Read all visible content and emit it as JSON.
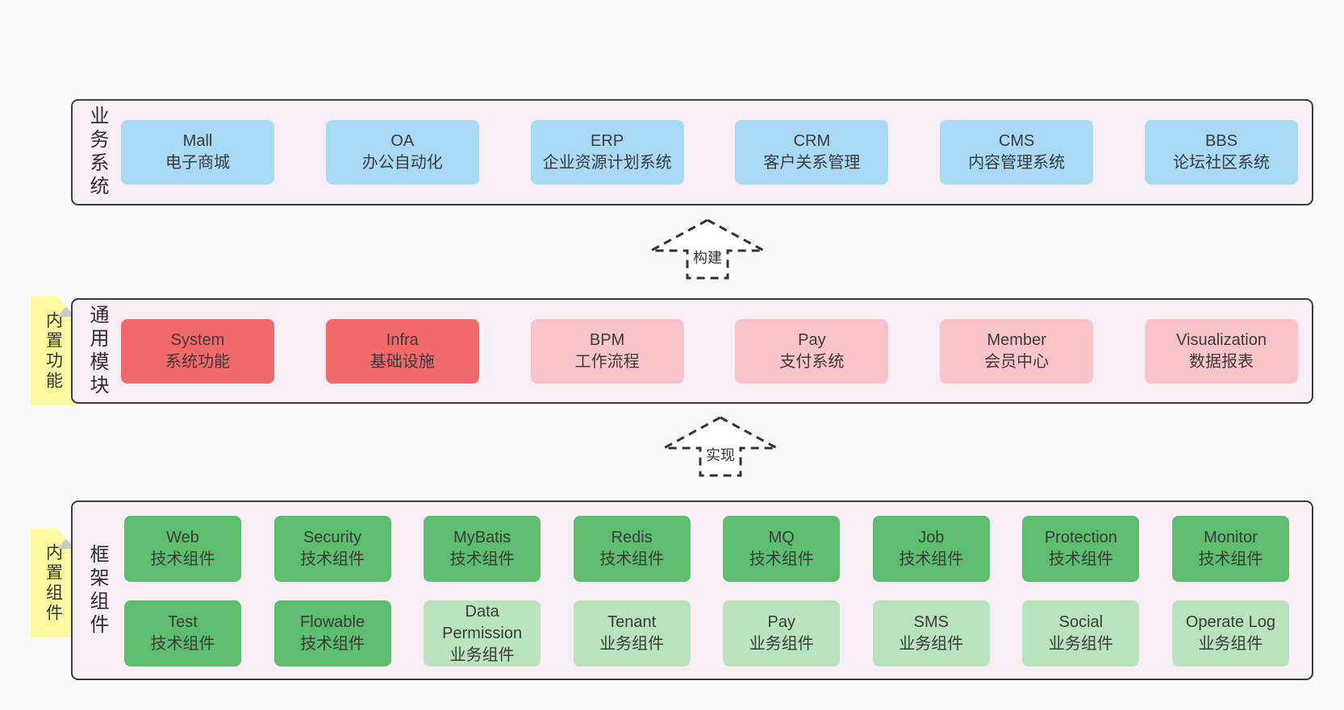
{
  "diagram": {
    "colors": {
      "page_bg": "#f8f8f8",
      "band_bg": "#f7edf5",
      "band_border": "#3c3c3c",
      "blue": "#a8daf5",
      "red": "#f2696a",
      "pink": "#f9c3cc",
      "green": "#5cbe6e",
      "lightgreen": "#b9e3bd",
      "sticky_bg": "#fbf9a0",
      "sticky_fold": "#c9c9c9",
      "text": "#3b3b3b"
    },
    "arrows": [
      {
        "label": "构建"
      },
      {
        "label": "实现"
      }
    ],
    "bands": [
      {
        "label": "业务系统",
        "sticky": null,
        "rows": [
          [
            {
              "title": "Mall",
              "subtitle": "电子商城",
              "variant": "blue"
            },
            {
              "title": "OA",
              "subtitle": "办公自动化",
              "variant": "blue"
            },
            {
              "title": "ERP",
              "subtitle": "企业资源计划系统",
              "variant": "blue"
            },
            {
              "title": "CRM",
              "subtitle": "客户关系管理",
              "variant": "blue"
            },
            {
              "title": "CMS",
              "subtitle": "内容管理系统",
              "variant": "blue"
            },
            {
              "title": "BBS",
              "subtitle": "论坛社区系统",
              "variant": "blue"
            }
          ]
        ]
      },
      {
        "label": "通用模块",
        "sticky": "内置功能",
        "rows": [
          [
            {
              "title": "System",
              "subtitle": "系统功能",
              "variant": "red"
            },
            {
              "title": "Infra",
              "subtitle": "基础设施",
              "variant": "red"
            },
            {
              "title": "BPM",
              "subtitle": "工作流程",
              "variant": "pink"
            },
            {
              "title": "Pay",
              "subtitle": "支付系统",
              "variant": "pink"
            },
            {
              "title": "Member",
              "subtitle": "会员中心",
              "variant": "pink"
            },
            {
              "title": "Visualization",
              "subtitle": "数据报表",
              "variant": "pink"
            }
          ]
        ]
      },
      {
        "label": "框架组件",
        "sticky": "内置组件",
        "rows": [
          [
            {
              "title": "Web",
              "subtitle": "技术组件",
              "variant": "green"
            },
            {
              "title": "Security",
              "subtitle": "技术组件",
              "variant": "green"
            },
            {
              "title": "MyBatis",
              "subtitle": "技术组件",
              "variant": "green"
            },
            {
              "title": "Redis",
              "subtitle": "技术组件",
              "variant": "green"
            },
            {
              "title": "MQ",
              "subtitle": "技术组件",
              "variant": "green"
            },
            {
              "title": "Job",
              "subtitle": "技术组件",
              "variant": "green"
            },
            {
              "title": "Protection",
              "subtitle": "技术组件",
              "variant": "green"
            },
            {
              "title": "Monitor",
              "subtitle": "技术组件",
              "variant": "green"
            }
          ],
          [
            {
              "title": "Test",
              "subtitle": "技术组件",
              "variant": "green"
            },
            {
              "title": "Flowable",
              "subtitle": "技术组件",
              "variant": "green"
            },
            {
              "title": "Data Permission",
              "subtitle": "业务组件",
              "variant": "lightgreen"
            },
            {
              "title": "Tenant",
              "subtitle": "业务组件",
              "variant": "lightgreen"
            },
            {
              "title": "Pay",
              "subtitle": "业务组件",
              "variant": "lightgreen"
            },
            {
              "title": "SMS",
              "subtitle": "业务组件",
              "variant": "lightgreen"
            },
            {
              "title": "Social",
              "subtitle": "业务组件",
              "variant": "lightgreen"
            },
            {
              "title": "Operate Log",
              "subtitle": "业务组件",
              "variant": "lightgreen"
            }
          ]
        ]
      }
    ]
  }
}
